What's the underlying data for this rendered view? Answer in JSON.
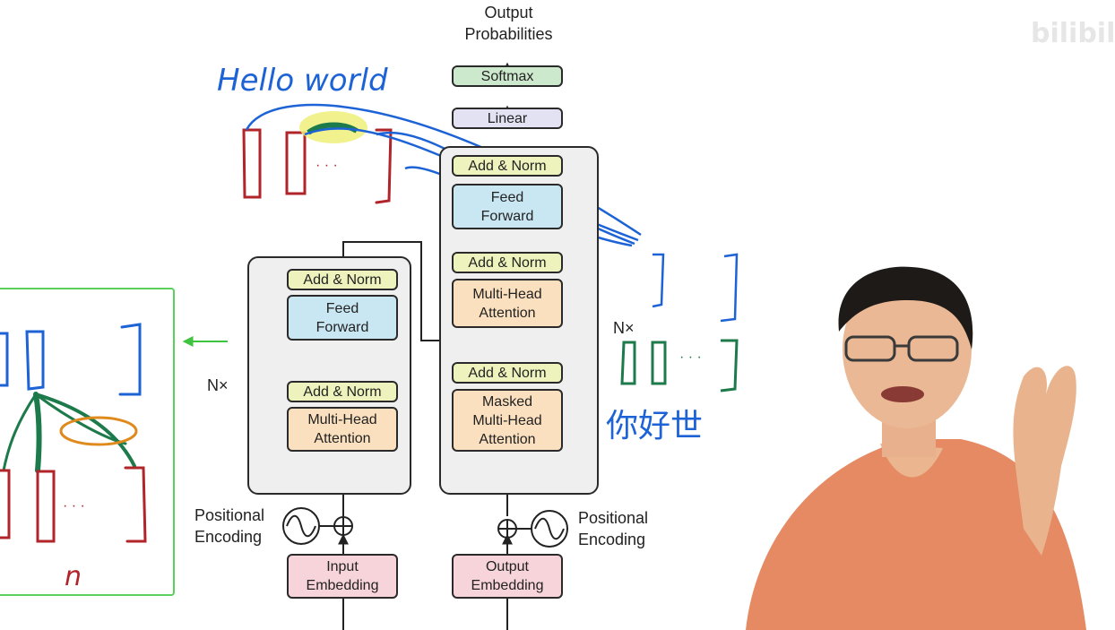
{
  "watermark": "bilibili",
  "annotations": {
    "hello_world": "Hello world",
    "chinese": "你好世",
    "n_label": "n",
    "dots": "· · ·"
  },
  "decoder": {
    "output_probabilities": "Output\nProbabilities",
    "softmax": "Softmax",
    "linear": "Linear",
    "add_norm_top": "Add & Norm",
    "feed_forward": "Feed\nForward",
    "add_norm_mid": "Add & Norm",
    "multi_head": "Multi-Head\nAttention",
    "add_norm_low": "Add & Norm",
    "masked_mha": "Masked\nMulti-Head\nAttention",
    "positional_encoding": "Positional\nEncoding",
    "output_embedding": "Output\nEmbedding",
    "nx": "N×"
  },
  "encoder": {
    "add_norm_top": "Add & Norm",
    "feed_forward": "Feed\nForward",
    "add_norm_low": "Add & Norm",
    "multi_head": "Multi-Head\nAttention",
    "positional_encoding": "Positional\nEncoding",
    "input_embedding": "Input\nEmbedding",
    "nx": "N×"
  }
}
